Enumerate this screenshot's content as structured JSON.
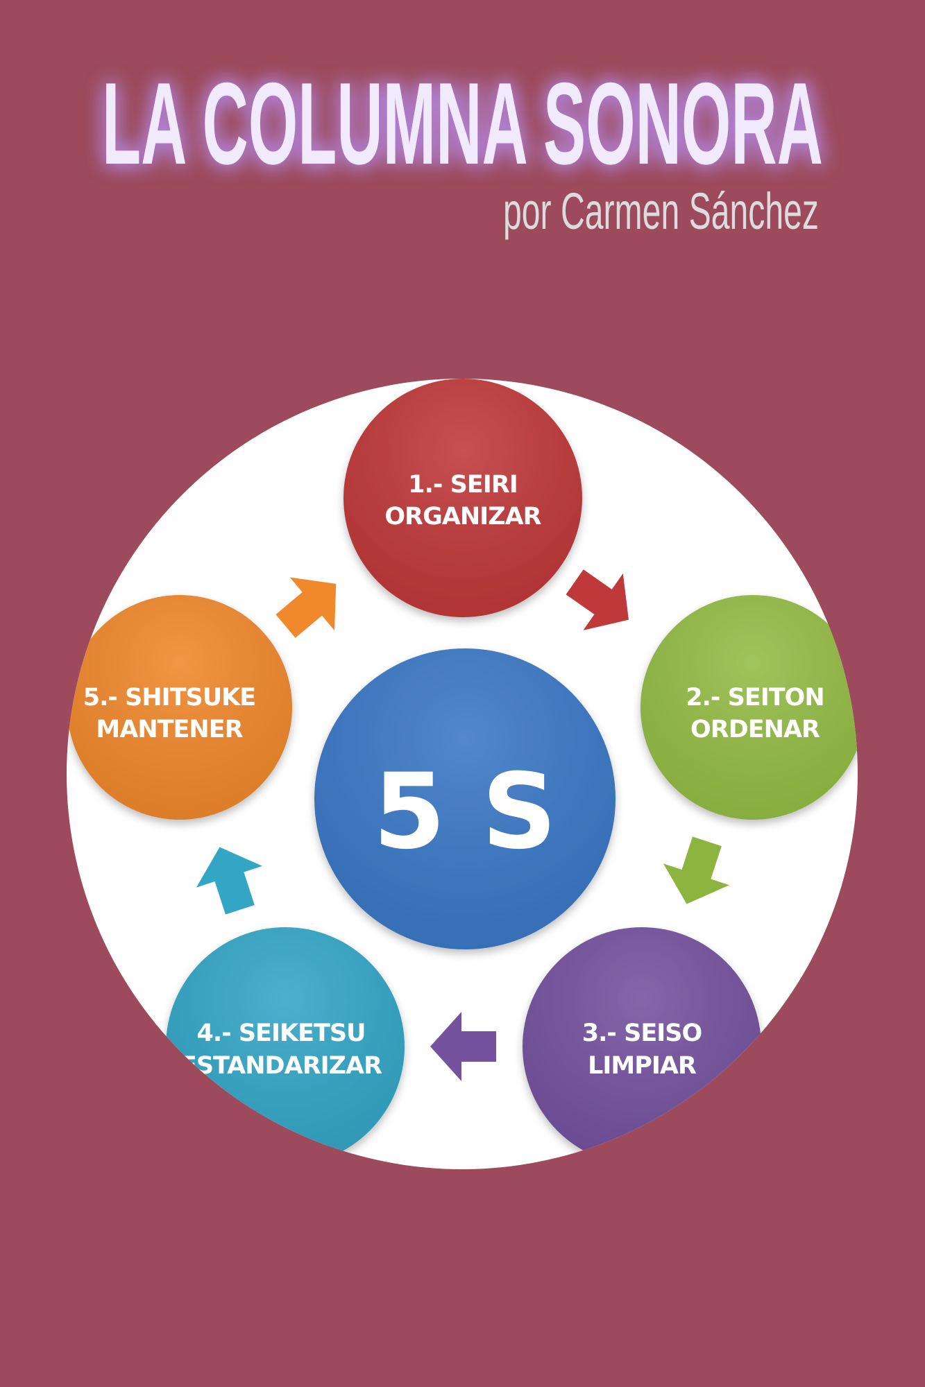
{
  "header": {
    "title": "LA COLUMNA SONORA",
    "subtitle": "por Carmen Sánchez"
  },
  "diagram": {
    "center_label": "5 S",
    "steps": [
      {
        "line1": "1.- SEIRI",
        "line2": "ORGANIZAR",
        "color": "#c0393a"
      },
      {
        "line1": "2.- SEITON",
        "line2": "ORDENAR",
        "color": "#94bc45"
      },
      {
        "line1": "3.- SEISO",
        "line2": "LIMPIAR",
        "color": "#74529e"
      },
      {
        "line1": "4.- SEIKETSU",
        "line2": "ESTANDARIZAR",
        "color": "#33a6c6"
      },
      {
        "line1": "5.- SHITSUKE",
        "line2": "MANTENER",
        "color": "#f0882c"
      }
    ],
    "center_color": "#3b78c6"
  },
  "colors": {
    "background": "#9c4a5c",
    "title": "#f1eafc",
    "glow": "#b48ae6"
  }
}
